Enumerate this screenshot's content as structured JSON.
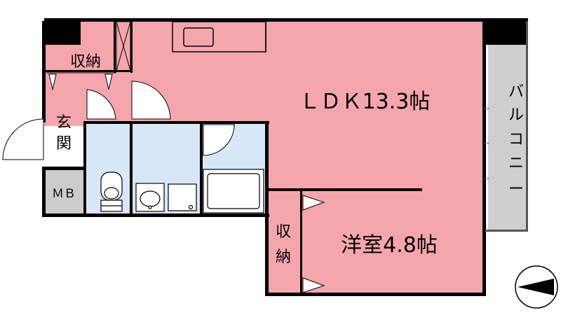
{
  "rooms": {
    "ldk": "ＬＤＫ13.3帖",
    "western": "洋室4.8帖",
    "storage_top": "収納",
    "storage_side": [
      "収",
      "納"
    ],
    "entrance": [
      "玄",
      "関"
    ],
    "mb": "ＭＢ",
    "balcony": [
      "バ",
      "ル",
      "コ",
      "ニ",
      "ー"
    ]
  },
  "colors": {
    "room_fill": "#f5a6ad",
    "wet_fill": "#d7e7f7",
    "balcony_fill": "#cfcfcf",
    "mb_fill": "#cccccc",
    "wall": "#000000"
  },
  "icons": [
    "north-arrow-icon",
    "door-swing-icon",
    "toilet-icon",
    "washbasin-icon",
    "bathtub-icon",
    "kitchen-sink-icon"
  ]
}
